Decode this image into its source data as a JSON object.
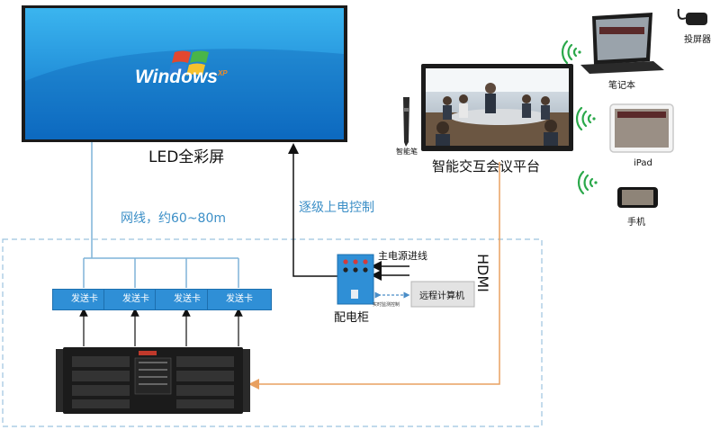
{
  "led_screen": {
    "logo_text": "Windows",
    "logo_sup": "XP",
    "label": "LED全彩屏"
  },
  "meeting_platform": {
    "label": "智能交互会议平台",
    "pen_label": "智能笔"
  },
  "devices": {
    "projector": "投屏器",
    "laptop": "笔记本",
    "ipad": "iPad",
    "phone": "手机"
  },
  "links": {
    "network": "网线，约60~80m",
    "power_control": "逐级上电控制",
    "main_power": "主电源进线",
    "hdmi": "HDMI",
    "monitor": "实时监测控制"
  },
  "cards": [
    {
      "label": "发送卡"
    },
    {
      "label": "发送卡"
    },
    {
      "label": "发送卡"
    },
    {
      "label": "发送卡"
    }
  ],
  "cabinet": {
    "label": "配电柜"
  },
  "remote_pc": {
    "label": "远程计算机"
  },
  "colors": {
    "line_blue": "#7fb3d8",
    "arrow_orange": "#e8a060",
    "dash_border": "#9cc3df",
    "card_blue": "#2f8fd6",
    "wifi_green": "#2aa84a"
  }
}
